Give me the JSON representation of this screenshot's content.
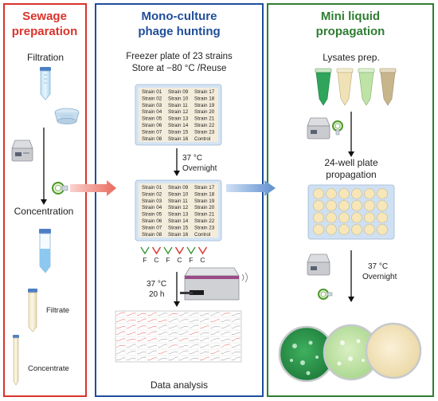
{
  "panels": {
    "sewage": {
      "title_line1": "Sewage",
      "title_line2": "preparation",
      "color": "#d9332b",
      "steps": {
        "filtration": "Filtration",
        "concentration": "Concentration",
        "filtrate": "Filtrate",
        "concentrate": "Concentrate"
      }
    },
    "mono": {
      "title_line1": "Mono-culture",
      "title_line2": "phage hunting",
      "color": "#1f4e9a",
      "freezer_line1": "Freezer plate of 23 strains",
      "freezer_line2": "Store at −80 °C /Reuse",
      "incubation1_temp": "37 °C",
      "incubation1_time": "Overnight",
      "incubation2_temp": "37 °C",
      "incubation2_time": "20 h",
      "data_analysis": "Data analysis",
      "fc_labels": [
        "F",
        "C",
        "F",
        "C",
        "F",
        "C"
      ],
      "strains_col1": [
        "Strain 01",
        "Strain 02",
        "Strain 03",
        "Strain 04",
        "Strain 05",
        "Strain 06",
        "Strain 07",
        "Strain 08"
      ],
      "strains_col2": [
        "Strain 09",
        "Strain 10",
        "Strain 11",
        "Strain 12",
        "Strain 13",
        "Strain 14",
        "Strain 15",
        "Strain 16"
      ],
      "strains_col3": [
        "Strain 17",
        "Strain 18",
        "Strain 19",
        "Strain 20",
        "Strain 21",
        "Strain 22",
        "Strain 23",
        "Control"
      ]
    },
    "mini": {
      "title_line1": "Mini liquid",
      "title_line2": "propagation",
      "color": "#2e7d32",
      "lysates": "Lysates prep.",
      "plate_line1": "24-well plate",
      "plate_line2": "propagation",
      "incubation_temp": "37 °C",
      "incubation_time": "Overnight"
    }
  },
  "colors": {
    "arrow_red": "#f0867d",
    "arrow_blue": "#7da7d9",
    "plate_fill": "#f3ead8",
    "plate_blue": "#cfe0f2",
    "well_fill": "#f6e6b8"
  },
  "icons": [
    "falcon-tube-icon",
    "filter-cup-icon",
    "centrifuge-icon",
    "syringe-filter-icon",
    "plate-reader-icon",
    "growth-curves-icon",
    "petri-dish-icon",
    "eppendorf-tube-icon"
  ]
}
